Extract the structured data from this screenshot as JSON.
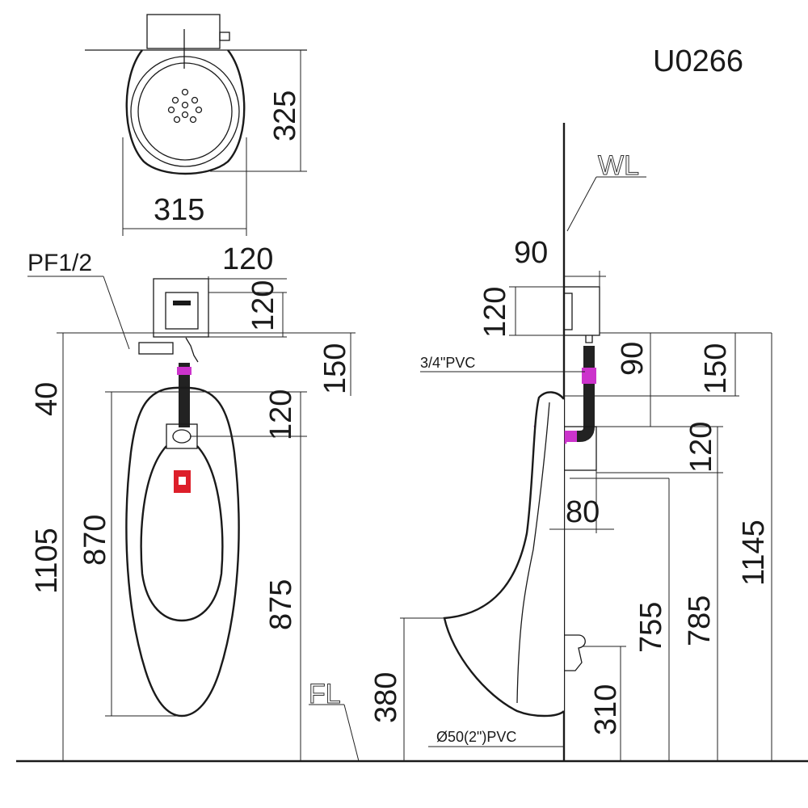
{
  "model": "U0266",
  "labels": {
    "wl": "WL",
    "fl": "FL",
    "pf": "PF1/2",
    "pvc_supply": "3/4\"PVC",
    "pvc_drain": "Ø50(2\")PVC"
  },
  "top_view": {
    "depth": "325",
    "width": "315"
  },
  "front_view": {
    "valve_width": "120",
    "valve_height": "120",
    "pipe_height": "150",
    "spud_offset": "120",
    "top_gap": "40",
    "bowl_height": "870",
    "total_height": "1105",
    "spud_height": "875"
  },
  "side_view": {
    "valve_depth": "90",
    "valve_height": "120",
    "pipe_drop": "90",
    "pipe_height": "150",
    "spud_offset": "120",
    "projection": "80",
    "lip_height": "380",
    "drain_height": "310",
    "rim_height": "755",
    "spud_height": "785",
    "valve_top_height": "1145"
  },
  "colors": {
    "pipe": "#cc33cc",
    "spud": "#dd1f2a",
    "line": "#1a1a1a"
  }
}
